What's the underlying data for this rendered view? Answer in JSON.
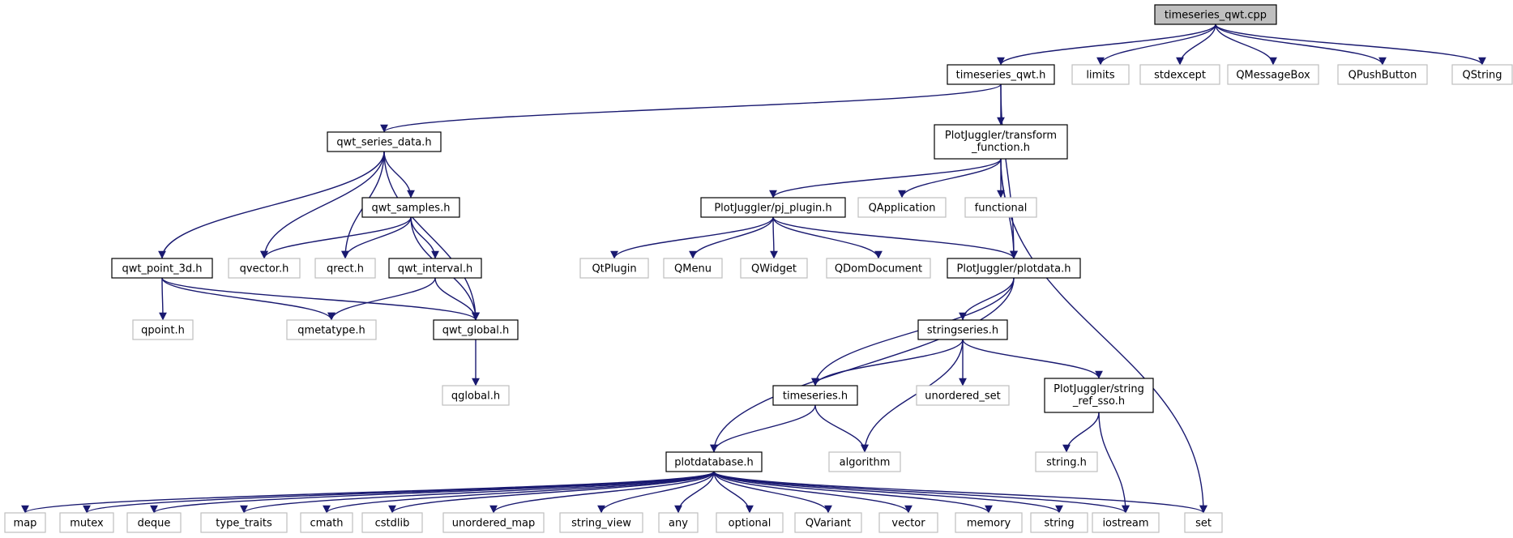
{
  "diagram": {
    "colors": {
      "edge": "#191970",
      "documented_border": "#000000",
      "external_border": "#bfbfbf",
      "root_fill": "#bfbfbf"
    },
    "nodes": [
      {
        "id": "root",
        "label": "timeseries_qwt.cpp",
        "kind": "root"
      },
      {
        "id": "tsqwt_h",
        "label": "timeseries_qwt.h",
        "kind": "doc"
      },
      {
        "id": "limits",
        "label": "limits",
        "kind": "ext"
      },
      {
        "id": "stdexcept",
        "label": "stdexcept",
        "kind": "ext"
      },
      {
        "id": "qmessagebox",
        "label": "QMessageBox",
        "kind": "ext"
      },
      {
        "id": "qpushbutton",
        "label": "QPushButton",
        "kind": "ext"
      },
      {
        "id": "qstring",
        "label": "QString",
        "kind": "ext"
      },
      {
        "id": "qwt_series_data",
        "label": "qwt_series_data.h",
        "kind": "doc"
      },
      {
        "id": "transform",
        "label": "PlotJuggler/transform",
        "label2": "_function.h",
        "kind": "doc"
      },
      {
        "id": "qwt_samples",
        "label": "qwt_samples.h",
        "kind": "doc"
      },
      {
        "id": "pj_plugin",
        "label": "PlotJuggler/pj_plugin.h",
        "kind": "doc"
      },
      {
        "id": "qapplication",
        "label": "QApplication",
        "kind": "ext"
      },
      {
        "id": "functional",
        "label": "functional",
        "kind": "ext"
      },
      {
        "id": "qwt_point_3d",
        "label": "qwt_point_3d.h",
        "kind": "doc"
      },
      {
        "id": "qvector",
        "label": "qvector.h",
        "kind": "ext"
      },
      {
        "id": "qrect",
        "label": "qrect.h",
        "kind": "ext"
      },
      {
        "id": "qwt_interval",
        "label": "qwt_interval.h",
        "kind": "doc"
      },
      {
        "id": "qtplugin",
        "label": "QtPlugin",
        "kind": "ext"
      },
      {
        "id": "qmenu",
        "label": "QMenu",
        "kind": "ext"
      },
      {
        "id": "qwidget",
        "label": "QWidget",
        "kind": "ext"
      },
      {
        "id": "qdomdocument",
        "label": "QDomDocument",
        "kind": "ext"
      },
      {
        "id": "plotdata",
        "label": "PlotJuggler/plotdata.h",
        "kind": "doc"
      },
      {
        "id": "qpoint",
        "label": "qpoint.h",
        "kind": "ext"
      },
      {
        "id": "qmetatype",
        "label": "qmetatype.h",
        "kind": "ext"
      },
      {
        "id": "qwt_global",
        "label": "qwt_global.h",
        "kind": "doc"
      },
      {
        "id": "stringseries",
        "label": "stringseries.h",
        "kind": "doc"
      },
      {
        "id": "qglobal",
        "label": "qglobal.h",
        "kind": "ext"
      },
      {
        "id": "timeseries_h",
        "label": "timeseries.h",
        "kind": "doc"
      },
      {
        "id": "unordered_set",
        "label": "unordered_set",
        "kind": "ext"
      },
      {
        "id": "string_ref_sso",
        "label": "PlotJuggler/string",
        "label2": "_ref_sso.h",
        "kind": "doc"
      },
      {
        "id": "algorithm",
        "label": "algorithm",
        "kind": "ext"
      },
      {
        "id": "string_h",
        "label": "string.h",
        "kind": "ext"
      },
      {
        "id": "plotdatabase",
        "label": "plotdatabase.h",
        "kind": "doc"
      },
      {
        "id": "map",
        "label": "map",
        "kind": "ext"
      },
      {
        "id": "mutex",
        "label": "mutex",
        "kind": "ext"
      },
      {
        "id": "deque",
        "label": "deque",
        "kind": "ext"
      },
      {
        "id": "type_traits",
        "label": "type_traits",
        "kind": "ext"
      },
      {
        "id": "cmath",
        "label": "cmath",
        "kind": "ext"
      },
      {
        "id": "cstdlib",
        "label": "cstdlib",
        "kind": "ext"
      },
      {
        "id": "unordered_map",
        "label": "unordered_map",
        "kind": "ext"
      },
      {
        "id": "string_view",
        "label": "string_view",
        "kind": "ext"
      },
      {
        "id": "any",
        "label": "any",
        "kind": "ext"
      },
      {
        "id": "optional",
        "label": "optional",
        "kind": "ext"
      },
      {
        "id": "qvariant",
        "label": "QVariant",
        "kind": "ext"
      },
      {
        "id": "vector",
        "label": "vector",
        "kind": "ext"
      },
      {
        "id": "memory",
        "label": "memory",
        "kind": "ext"
      },
      {
        "id": "string",
        "label": "string",
        "kind": "ext"
      },
      {
        "id": "iostream",
        "label": "iostream",
        "kind": "ext"
      },
      {
        "id": "set",
        "label": "set",
        "kind": "ext"
      }
    ],
    "edges": [
      [
        "root",
        "tsqwt_h"
      ],
      [
        "root",
        "limits"
      ],
      [
        "root",
        "stdexcept"
      ],
      [
        "root",
        "qmessagebox"
      ],
      [
        "root",
        "qpushbutton"
      ],
      [
        "root",
        "qstring"
      ],
      [
        "tsqwt_h",
        "qwt_series_data"
      ],
      [
        "tsqwt_h",
        "transform"
      ],
      [
        "tsqwt_h",
        "plotdata"
      ],
      [
        "qwt_series_data",
        "qwt_point_3d"
      ],
      [
        "qwt_series_data",
        "qvector"
      ],
      [
        "qwt_series_data",
        "qrect"
      ],
      [
        "qwt_series_data",
        "qwt_samples"
      ],
      [
        "qwt_series_data",
        "qwt_global"
      ],
      [
        "qwt_samples",
        "qvector"
      ],
      [
        "qwt_samples",
        "qrect"
      ],
      [
        "qwt_samples",
        "qwt_interval"
      ],
      [
        "qwt_samples",
        "qwt_global"
      ],
      [
        "qwt_point_3d",
        "qpoint"
      ],
      [
        "qwt_point_3d",
        "qmetatype"
      ],
      [
        "qwt_point_3d",
        "qwt_global"
      ],
      [
        "qwt_interval",
        "qmetatype"
      ],
      [
        "qwt_interval",
        "qwt_global"
      ],
      [
        "qwt_global",
        "qglobal"
      ],
      [
        "transform",
        "pj_plugin"
      ],
      [
        "transform",
        "qapplication"
      ],
      [
        "transform",
        "functional"
      ],
      [
        "transform",
        "plotdata"
      ],
      [
        "transform",
        "set"
      ],
      [
        "pj_plugin",
        "qtplugin"
      ],
      [
        "pj_plugin",
        "qmenu"
      ],
      [
        "pj_plugin",
        "qwidget"
      ],
      [
        "pj_plugin",
        "qdomdocument"
      ],
      [
        "pj_plugin",
        "plotdata"
      ],
      [
        "plotdata",
        "stringseries"
      ],
      [
        "plotdata",
        "timeseries_h"
      ],
      [
        "plotdata",
        "plotdatabase"
      ],
      [
        "stringseries",
        "timeseries_h"
      ],
      [
        "stringseries",
        "unordered_set"
      ],
      [
        "stringseries",
        "string_ref_sso"
      ],
      [
        "stringseries",
        "algorithm"
      ],
      [
        "string_ref_sso",
        "string_h"
      ],
      [
        "string_ref_sso",
        "iostream"
      ],
      [
        "timeseries_h",
        "plotdatabase"
      ],
      [
        "timeseries_h",
        "algorithm"
      ],
      [
        "plotdatabase",
        "map"
      ],
      [
        "plotdatabase",
        "mutex"
      ],
      [
        "plotdatabase",
        "deque"
      ],
      [
        "plotdatabase",
        "type_traits"
      ],
      [
        "plotdatabase",
        "cmath"
      ],
      [
        "plotdatabase",
        "cstdlib"
      ],
      [
        "plotdatabase",
        "unordered_map"
      ],
      [
        "plotdatabase",
        "string_view"
      ],
      [
        "plotdatabase",
        "any"
      ],
      [
        "plotdatabase",
        "optional"
      ],
      [
        "plotdatabase",
        "qvariant"
      ],
      [
        "plotdatabase",
        "vector"
      ],
      [
        "plotdatabase",
        "memory"
      ],
      [
        "plotdatabase",
        "string"
      ],
      [
        "plotdatabase",
        "iostream"
      ],
      [
        "plotdatabase",
        "set"
      ]
    ]
  }
}
